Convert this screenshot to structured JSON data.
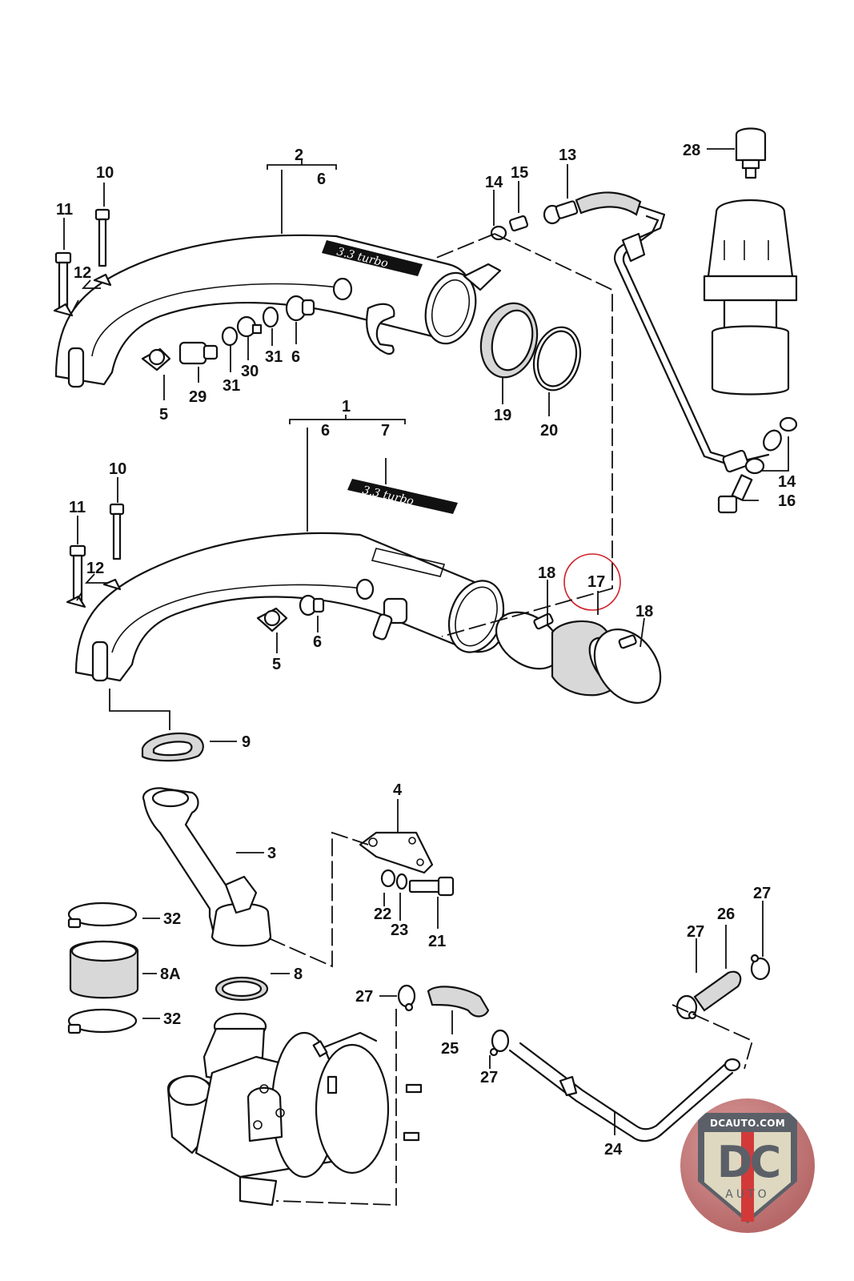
{
  "diagram": {
    "type": "exploded-parts-diagram",
    "subject": "Turbo intake / oil line assembly",
    "highlight_color": "#d0212a",
    "highlighted_part": "17",
    "badge_text": "3.3 turbo",
    "callouts": {
      "p1": "1",
      "p2": "2",
      "p3": "3",
      "p4": "4",
      "p5a": "5",
      "p5b": "5",
      "p6a": "6",
      "p6b": "6",
      "p6c": "6",
      "p6d": "6",
      "p7": "7",
      "p8": "8",
      "p8a": "8A",
      "p9": "9",
      "p10a": "10",
      "p10b": "10",
      "p11a": "11",
      "p11b": "11",
      "p12a": "12",
      "p12b": "12",
      "p13": "13",
      "p14a": "14",
      "p14b": "14",
      "p15": "15",
      "p16": "16",
      "p17": "17",
      "p18a": "18",
      "p18b": "18",
      "p19": "19",
      "p20": "20",
      "p21": "21",
      "p22": "22",
      "p23": "23",
      "p24": "24",
      "p25": "25",
      "p26": "26",
      "p27a": "27",
      "p27b": "27",
      "p27c": "27",
      "p27d": "27",
      "p28": "28",
      "p29": "29",
      "p30": "30",
      "p31a": "31",
      "p31b": "31",
      "p32a": "32",
      "p32b": "32"
    }
  },
  "watermark": {
    "site": "DCAUTO.COM",
    "mark": "DC",
    "sub": "AUTO"
  }
}
